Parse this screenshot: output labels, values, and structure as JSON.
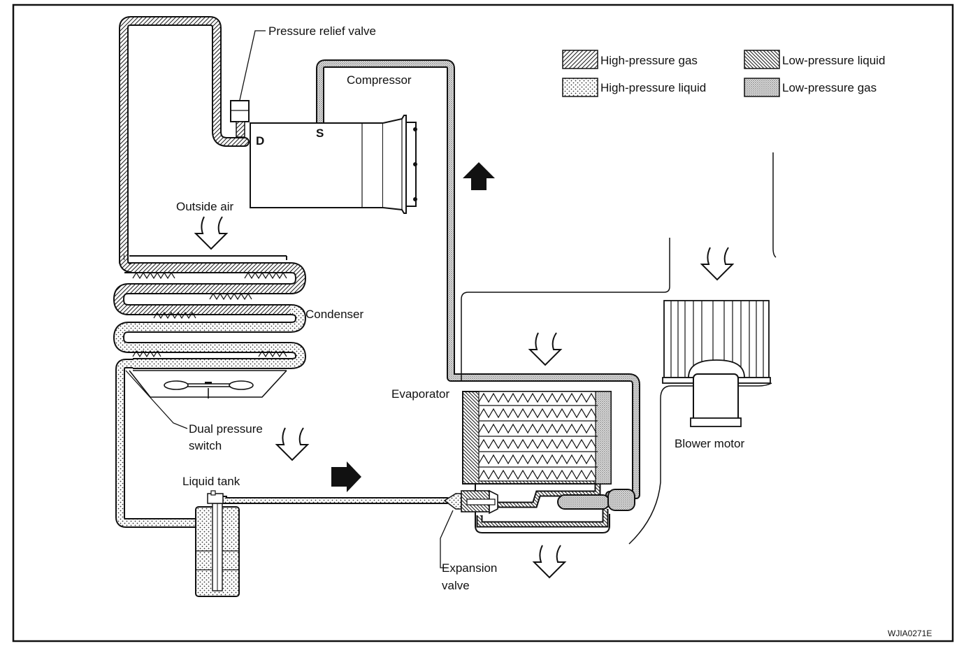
{
  "legend": {
    "high_pressure_gas": "High-pressure gas",
    "high_pressure_liquid": "High-pressure liquid",
    "low_pressure_liquid": "Low-pressure liquid",
    "low_pressure_gas": "Low-pressure gas"
  },
  "labels": {
    "pressure_relief_valve": "Pressure relief valve",
    "compressor": "Compressor",
    "discharge_port": "D",
    "suction_port": "S",
    "outside_air": "Outside air",
    "condenser": "Condenser",
    "dual_pressure_switch_line1": "Dual pressure",
    "dual_pressure_switch_line2": "switch",
    "liquid_tank": "Liquid tank",
    "evaporator": "Evaporator",
    "expansion_valve_line1": "Expansion",
    "expansion_valve_line2": "valve",
    "blower_motor": "Blower motor"
  },
  "figure_code": "WJIA0271E"
}
